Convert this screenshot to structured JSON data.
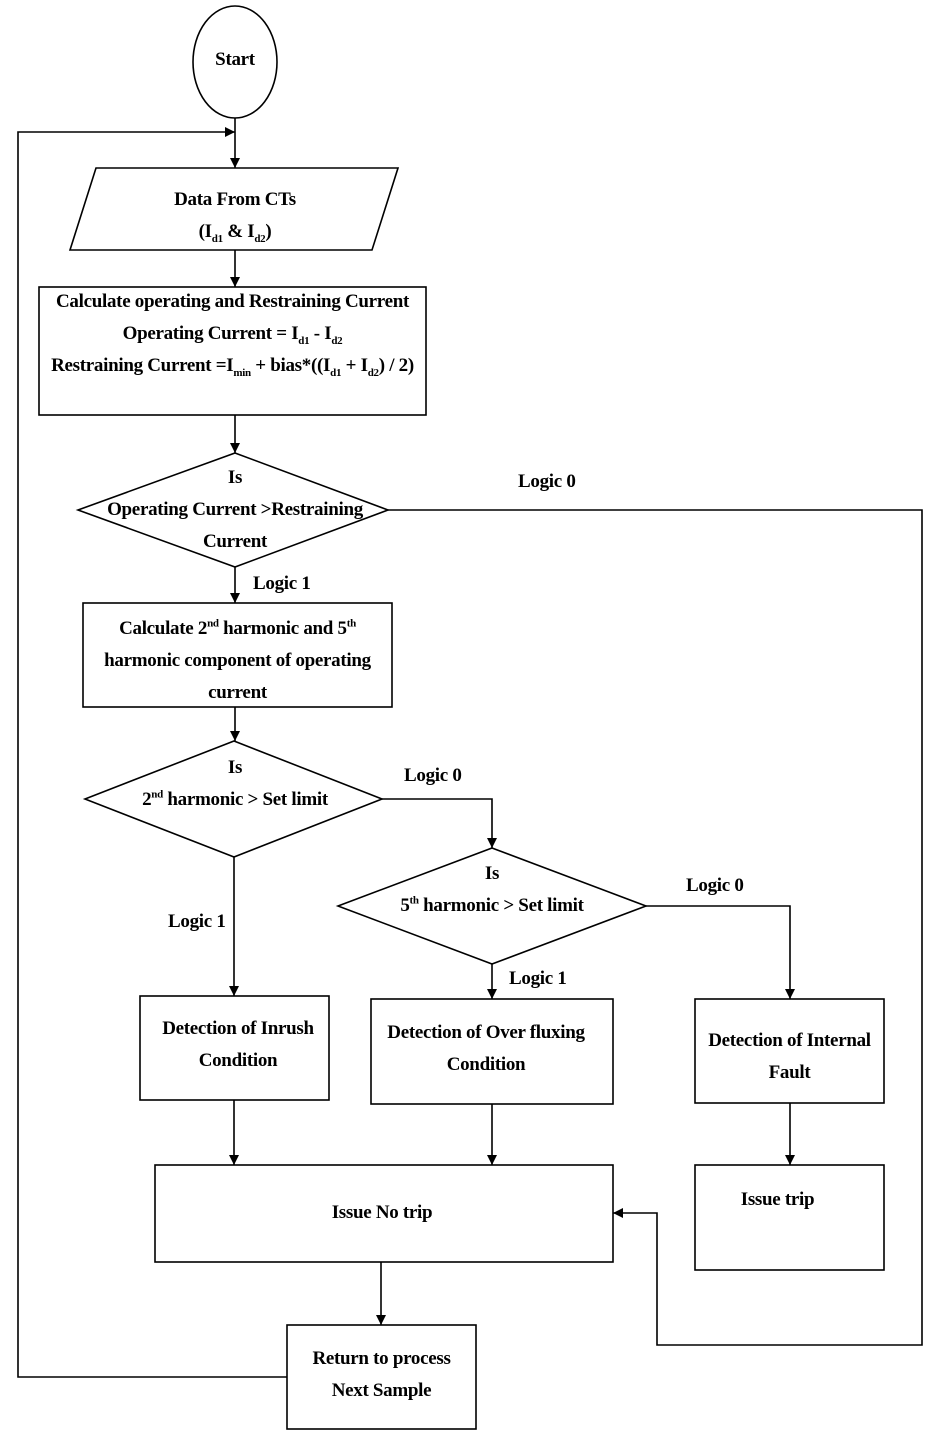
{
  "nodes": {
    "start": "Start",
    "data_from_cts": {
      "line1": "Data From CTs",
      "open": "(I",
      "sub_d1": "d1",
      "amp": " & I",
      "sub_d2": "d2",
      "close": ")"
    },
    "calc_currents": {
      "line1": "Calculate operating and Restraining Current",
      "op_prefix": "Operating Current = I",
      "op_sub1": "d1",
      "op_mid": " - I",
      "op_sub2": "d2",
      "rs_prefix": "Restraining Current =I",
      "rs_sub_min": "min",
      "rs_mid1": " + bias*((I",
      "rs_sub1": "d1",
      "rs_mid2": " + I",
      "rs_sub2": "d2",
      "rs_end": ") / 2)"
    },
    "decision_op_vs_rs": {
      "is": "Is",
      "line2": "Operating Current >Restraining",
      "line3": "Current"
    },
    "calc_harmonics": {
      "pre": "Calculate 2",
      "sup_nd": "nd",
      "mid": "  harmonic and 5",
      "sup_th": "th",
      "line2": "harmonic component of operating",
      "line3": "current"
    },
    "decision_2nd": {
      "is": "Is",
      "num": "2",
      "sup": "nd",
      "rest": " harmonic > Set limit"
    },
    "decision_5th": {
      "is": "Is",
      "num": "5",
      "sup": "th",
      "rest": " harmonic > Set limit"
    },
    "inrush": {
      "line1": "Detection of Inrush",
      "line2": "Condition"
    },
    "overfluxing": {
      "line1": "Detection of Over fluxing",
      "line2": "Condition"
    },
    "internal_fault": {
      "line1": "Detection of Internal",
      "line2": "Fault"
    },
    "issue_no_trip": "Issue No trip",
    "issue_trip": "Issue trip",
    "return": {
      "line1": "Return to process",
      "line2": "Next Sample"
    }
  },
  "edge_labels": {
    "op_logic0": "Logic 0",
    "op_logic1": "Logic 1",
    "h2_logic0": "Logic 0",
    "h2_logic1": "Logic 1",
    "h5_logic0": "Logic 0",
    "h5_logic1": "Logic 1"
  }
}
